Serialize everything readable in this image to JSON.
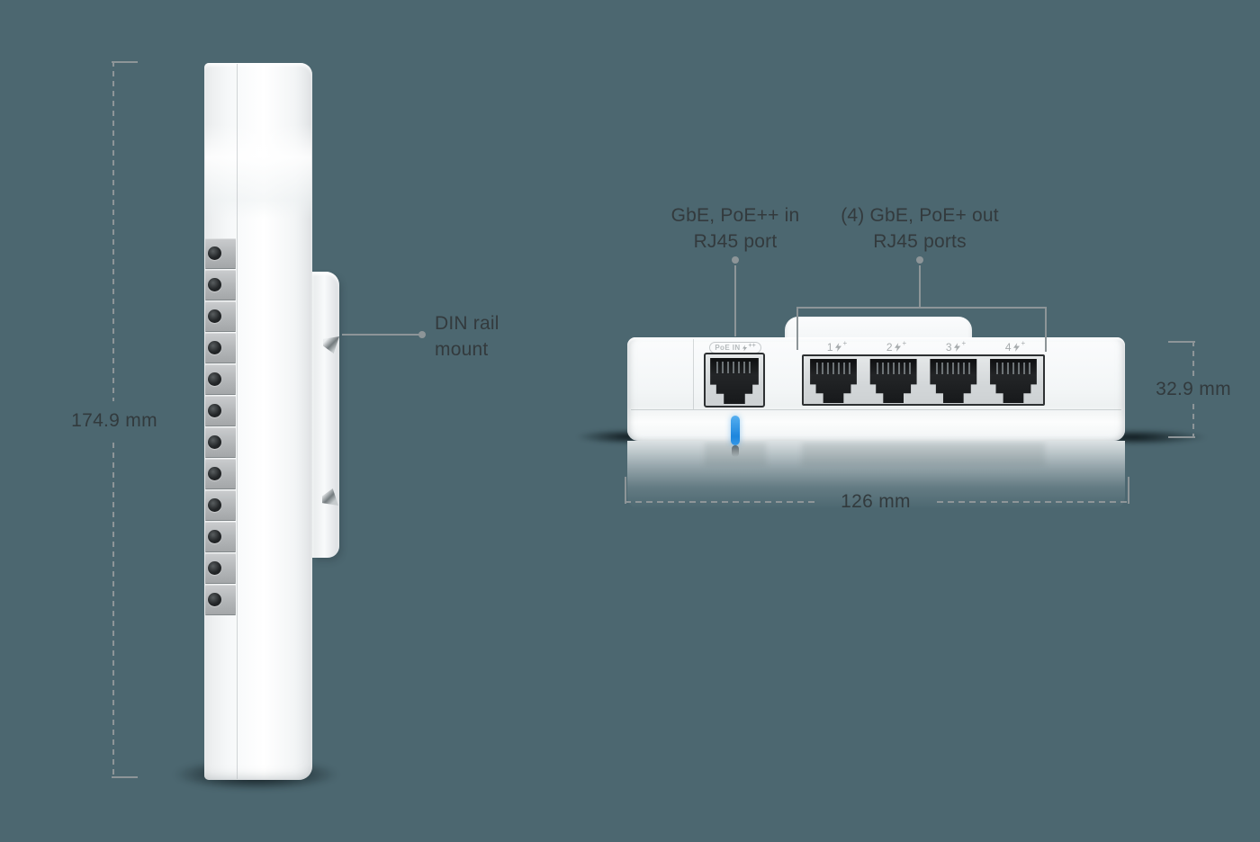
{
  "page": {
    "background_color": "#4c6770",
    "dimension_line_color": "#8d9598",
    "dimension_text_color": "#323a3d"
  },
  "side_view": {
    "height_dimension": "174.9 mm",
    "din_callout_line1": "DIN rail",
    "din_callout_line2": "mount",
    "port_block_count": 12
  },
  "front_view": {
    "poe_in_callout_line1": "GbE, PoE++ in",
    "poe_in_callout_line2": "RJ45 port",
    "poe_out_callout_line1": "(4) GbE, PoE+ out",
    "poe_out_callout_line2": "RJ45 ports",
    "poe_in_port_label": "PoE IN",
    "poe_in_port_suffix": "++",
    "port_labels": [
      {
        "number": "1",
        "suffix": "+"
      },
      {
        "number": "2",
        "suffix": "+"
      },
      {
        "number": "3",
        "suffix": "+"
      },
      {
        "number": "4",
        "suffix": "+"
      }
    ],
    "height_dimension": "32.9 mm",
    "width_dimension": "126 mm",
    "led_color": "#2d97e8"
  }
}
